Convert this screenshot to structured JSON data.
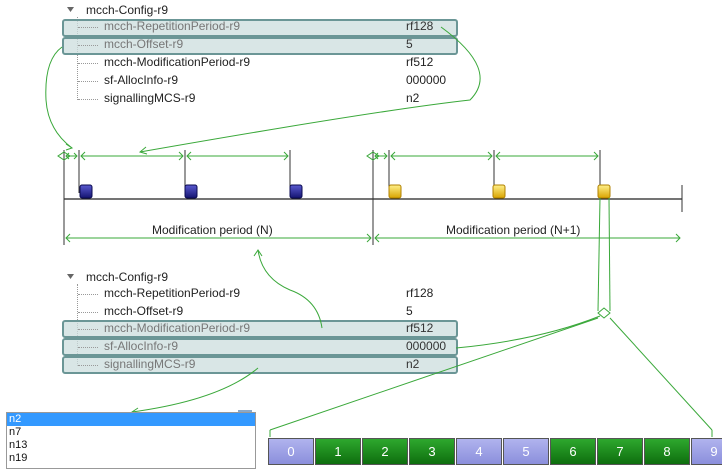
{
  "top_config": {
    "root_label": "mcch-Config-r9",
    "rows": [
      {
        "label": "mcch-RepetitionPeriod-r9",
        "value": "rf128",
        "highlighted": true
      },
      {
        "label": "mcch-Offset-r9",
        "value": "5",
        "highlighted": true
      },
      {
        "label": "mcch-ModificationPeriod-r9",
        "value": "rf512",
        "highlighted": false
      },
      {
        "label": "sf-AllocInfo-r9",
        "value": "000000",
        "highlighted": false
      },
      {
        "label": "signallingMCS-r9",
        "value": "n2",
        "highlighted": false
      }
    ]
  },
  "timeline": {
    "period_n_label": "Modification period (N)",
    "period_n1_label": "Modification period (N+1)",
    "marker_colors": {
      "period_n": "#1f1f8f",
      "period_n1": "#e8b800"
    }
  },
  "bottom_config": {
    "root_label": "mcch-Config-r9",
    "rows": [
      {
        "label": "mcch-RepetitionPeriod-r9",
        "value": "rf128",
        "highlighted": false
      },
      {
        "label": "mcch-Offset-r9",
        "value": "5",
        "highlighted": false
      },
      {
        "label": "mcch-ModificationPeriod-r9",
        "value": "rf512",
        "highlighted": true
      },
      {
        "label": "sf-AllocInfo-r9",
        "value": "000000",
        "highlighted": true
      },
      {
        "label": "signallingMCS-r9",
        "value": "n2",
        "highlighted": true
      }
    ]
  },
  "mcs_dropdown": {
    "options": [
      "n2",
      "n7",
      "n13",
      "n19"
    ],
    "selected": "n2"
  },
  "subframes": [
    {
      "label": "0",
      "color": "purple"
    },
    {
      "label": "1",
      "color": "green"
    },
    {
      "label": "2",
      "color": "green"
    },
    {
      "label": "3",
      "color": "green"
    },
    {
      "label": "4",
      "color": "purple"
    },
    {
      "label": "5",
      "color": "purple"
    },
    {
      "label": "6",
      "color": "green"
    },
    {
      "label": "7",
      "color": "green"
    },
    {
      "label": "8",
      "color": "green"
    },
    {
      "label": "9",
      "color": "purple"
    }
  ],
  "colors": {
    "arrow_green": "#3aa83a",
    "highlight_border": "#6b9696",
    "highlight_fill": "#cddede",
    "subframe_green": "#1a8a1a",
    "subframe_purple": "#9c9fe6",
    "dropdown_selected": "#3399ff"
  }
}
